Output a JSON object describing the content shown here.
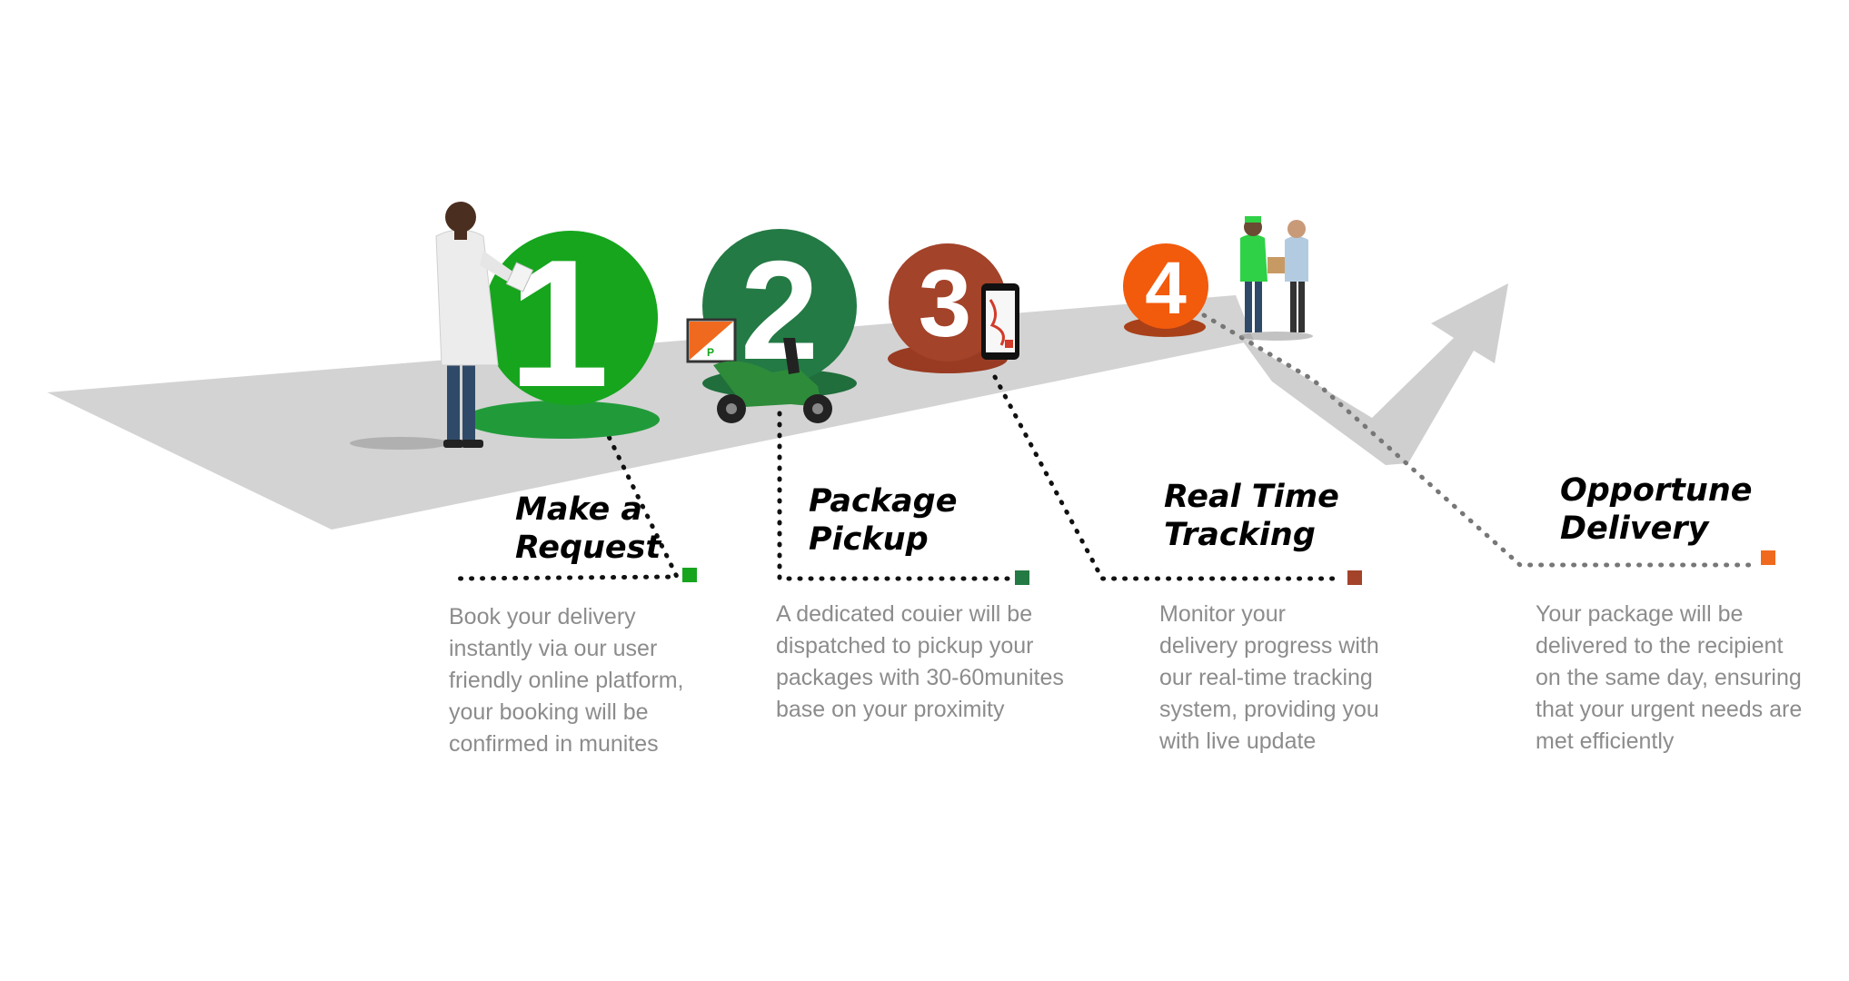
{
  "steps": [
    {
      "number": "1",
      "title_lines": [
        "Make a",
        "Request"
      ],
      "description_lines": [
        "Book your delivery",
        "instantly via our user",
        "friendly online platform,",
        "your booking will be",
        "confirmed in munites"
      ],
      "color": "#16a51d",
      "shadow_color": "#219b3a"
    },
    {
      "number": "2",
      "title_lines": [
        "Package",
        "Pickup"
      ],
      "description_lines": [
        "A dedicated couier will be",
        "dispatched to pickup your",
        "packages with 30-60munites",
        "base on your proximity"
      ],
      "color": "#237a44",
      "shadow_color": "#1f6e3b"
    },
    {
      "number": "3",
      "title_lines": [
        "Real Time",
        "Tracking"
      ],
      "description_lines": [
        "Monitor your",
        "delivery progress with",
        "our real-time tracking",
        "system, providing you",
        "with live update"
      ],
      "color": "#a3432a",
      "shadow_color": "#983b22"
    },
    {
      "number": "4",
      "title_lines": [
        "Opportune",
        "Delivery"
      ],
      "description_lines": [
        "Your package will be",
        "delivered to the recipient",
        "on the same day, ensuring",
        "that your urgent needs are",
        "met efficiently"
      ],
      "color": "#f25a0c",
      "shadow_color": "#a8401a"
    }
  ],
  "colors": {
    "path_gray": "#d3d3d3",
    "dotted_dark": "#111111",
    "dotted_gray": "#777777",
    "description_gray": "#8c8c8c",
    "box_orange": "#ef6a1e"
  },
  "icons": [
    "doctor-figure",
    "scooter-icon",
    "phone-map-icon",
    "courier-handoff-figure",
    "growth-arrow-icon"
  ]
}
